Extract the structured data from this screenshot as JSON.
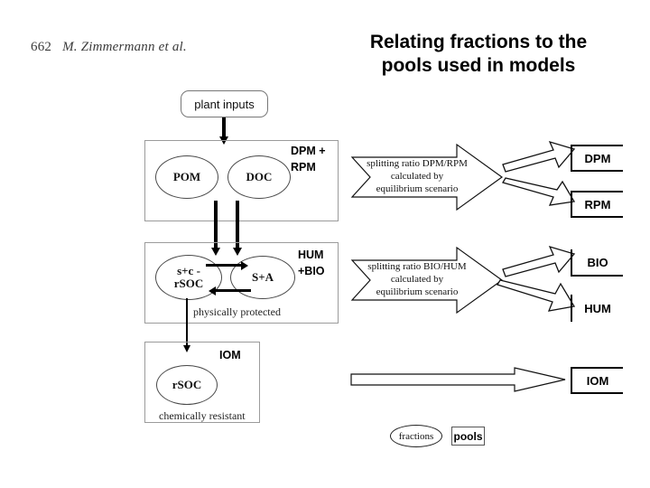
{
  "running_head": {
    "page_number": "662",
    "authors": "M. Zimmermann et al."
  },
  "title": {
    "line1": "Relating fractions to the",
    "line2": "pools used in models"
  },
  "diagram": {
    "plant_inputs": "plant inputs",
    "fraction_boxes": [
      {
        "id": "box-dpm-rpm",
        "pool_tag_line1": "DPM +",
        "pool_tag_line2": "RPM",
        "ellipses": [
          "POM",
          "DOC"
        ],
        "caption": ""
      },
      {
        "id": "box-hum-bio",
        "pool_tag_line1": "HUM",
        "pool_tag_line2": "+BIO",
        "ellipses": [
          "s+c - rSOC",
          "S+A"
        ],
        "caption": "physically protected"
      },
      {
        "id": "box-iom",
        "pool_tag_line1": "IOM",
        "pool_tag_line2": "",
        "ellipses": [
          "rSOC"
        ],
        "caption": "chemically resistant"
      }
    ],
    "ellipse_labels": {
      "pom": "POM",
      "doc": "DOC",
      "sc_rsoc_line1": "s+c -",
      "sc_rsoc_line2": "rSOC",
      "sa": "S+A",
      "rsoc": "rSOC"
    },
    "captions": {
      "physically_protected": "physically protected",
      "chemically_resistant": "chemically resistant"
    },
    "splitting_arrows": [
      {
        "id": "arrow-dpm-rpm",
        "line1": "splitting ratio DPM/RPM",
        "line2": "calculated by",
        "line3": "equilibrium scenario"
      },
      {
        "id": "arrow-bio-hum",
        "line1": "splitting ratio BIO/HUM",
        "line2": "calculated by",
        "line3": "equilibrium scenario"
      }
    ],
    "model_pools": [
      {
        "id": "pool-dpm",
        "label": "DPM"
      },
      {
        "id": "pool-rpm",
        "label": "RPM"
      },
      {
        "id": "pool-bio",
        "label": "BIO"
      },
      {
        "id": "pool-hum",
        "label": "HUM"
      },
      {
        "id": "pool-iom",
        "label": "IOM"
      }
    ],
    "legend": {
      "fractions": "fractions",
      "pools": "pools"
    }
  },
  "colors": {
    "background": "#ffffff",
    "text": "#000000",
    "running_head": "#3a3a3a",
    "box_border": "#9b9b9b",
    "pool_border": "#000000",
    "arrow_outline": "#111111"
  }
}
